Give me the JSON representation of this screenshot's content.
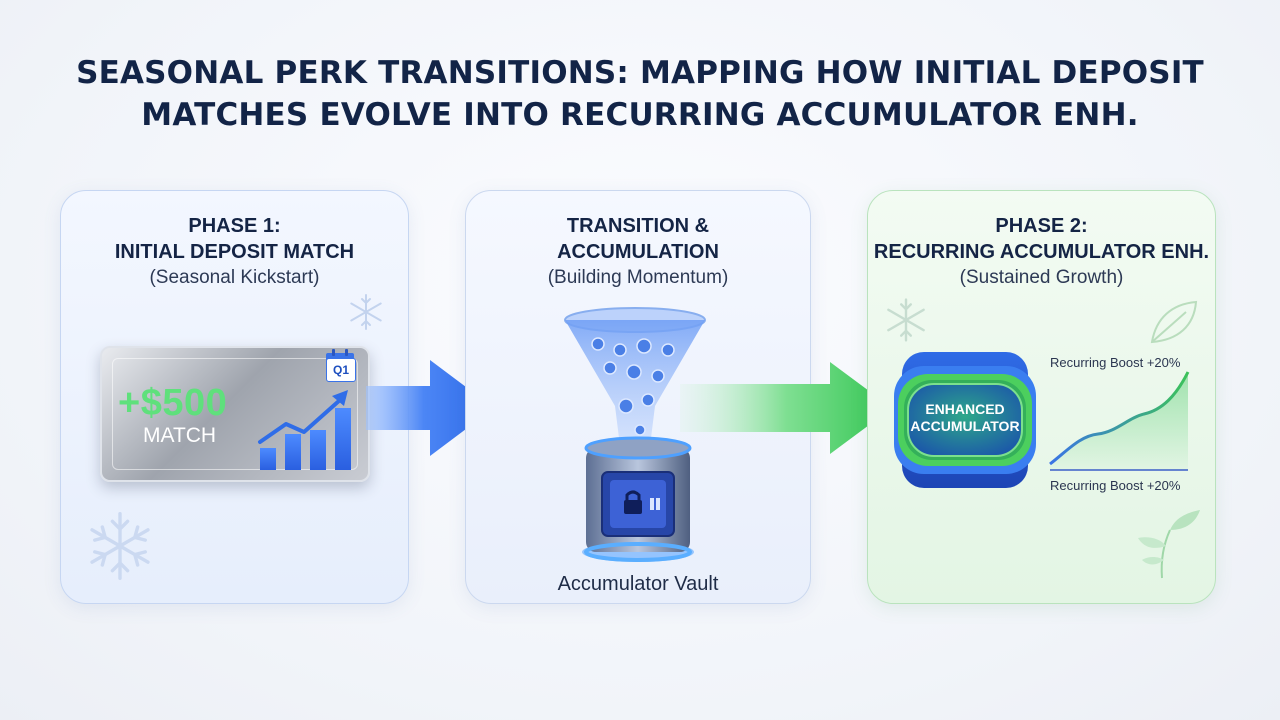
{
  "title": {
    "line1": "SEASONAL PERK TRANSITIONS: MAPPING HOW INITIAL DEPOSIT",
    "line2": "MATCHES EVOLVE INTO RECURRING ACCUMULATOR ENH."
  },
  "phase1": {
    "heading_1": "PHASE 1:",
    "heading_2": "INITIAL DEPOSIT MATCH",
    "subtitle": "(Seasonal Kickstart)",
    "match_amount": "+$500",
    "match_label": "MATCH",
    "quarter_badge": "Q1",
    "icons": [
      "snowflake-icon",
      "calendar-icon",
      "growth-bars-icon"
    ]
  },
  "transition": {
    "heading_1": "TRANSITION &",
    "heading_2": "ACCUMULATION",
    "subtitle": "(Building Momentum)",
    "vault_label": "Accumulator Vault",
    "icons": [
      "funnel-icon",
      "coin-icon",
      "vault-icon",
      "lock-icon"
    ]
  },
  "phase2": {
    "heading_1": "PHASE 2:",
    "heading_2": "RECURRING ACCUMULATOR ENH.",
    "subtitle": "(Sustained Growth)",
    "enhanced_label": "ENHANCED ACCUMULATOR",
    "boost_label_top": "Recurring Boost +20%",
    "boost_label_bottom": "Recurring Boost +20%",
    "icons": [
      "snowflake-icon",
      "leaf-icon",
      "sprout-icon"
    ]
  },
  "colors": {
    "title": "#122447",
    "blue_accent": "#3a73e8",
    "green_accent": "#3fcf5e",
    "match_green": "#5fe07c"
  }
}
